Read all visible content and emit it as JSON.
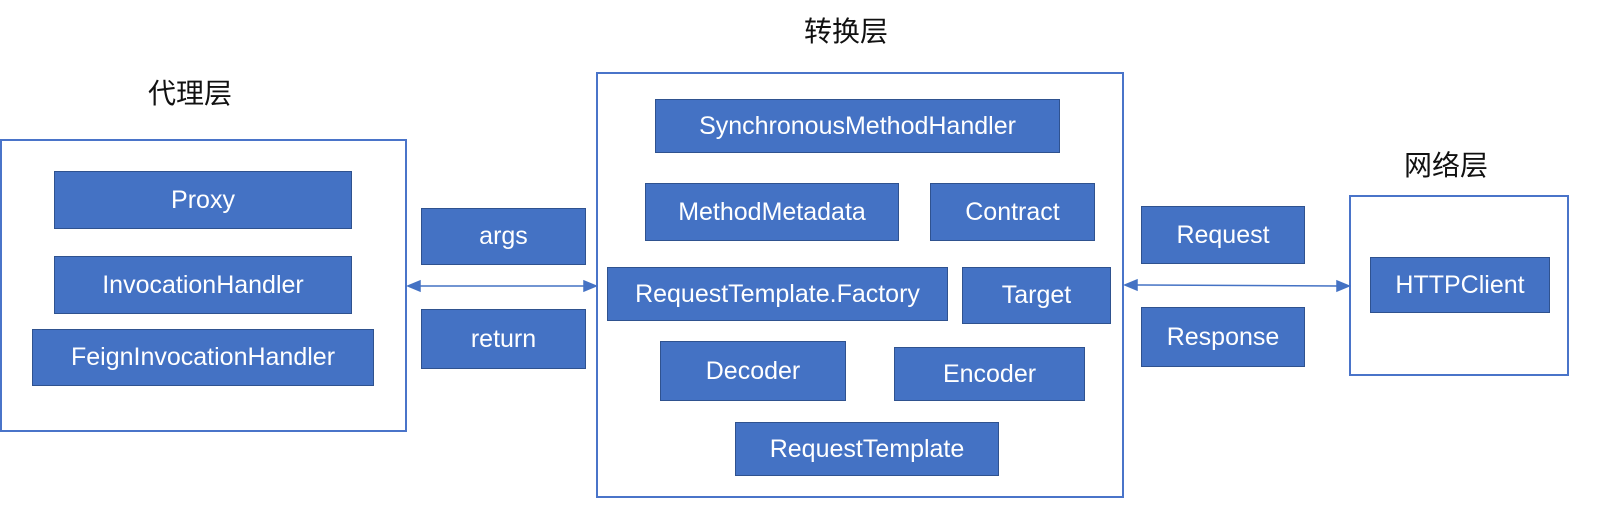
{
  "proxy_layer": {
    "title": "代理层",
    "items": [
      "Proxy",
      "InvocationHandler",
      "FeignInvocationHandler"
    ]
  },
  "conversion_layer": {
    "title": "转换层",
    "items": [
      "SynchronousMethodHandler",
      "MethodMetadata",
      "Contract",
      "RequestTemplate.Factory",
      "Target",
      "Decoder",
      "Encoder",
      "RequestTemplate"
    ]
  },
  "network_layer": {
    "title": "网络层",
    "items": [
      "HTTPClient"
    ]
  },
  "left_connector": {
    "top_label": "args",
    "bottom_label": "return"
  },
  "right_connector": {
    "top_label": "Request",
    "bottom_label": "Response"
  },
  "colors": {
    "box_fill": "#4472c4",
    "box_border": "#2f528f",
    "frame_border": "#4a74c9",
    "arrow": "#4472c4"
  }
}
